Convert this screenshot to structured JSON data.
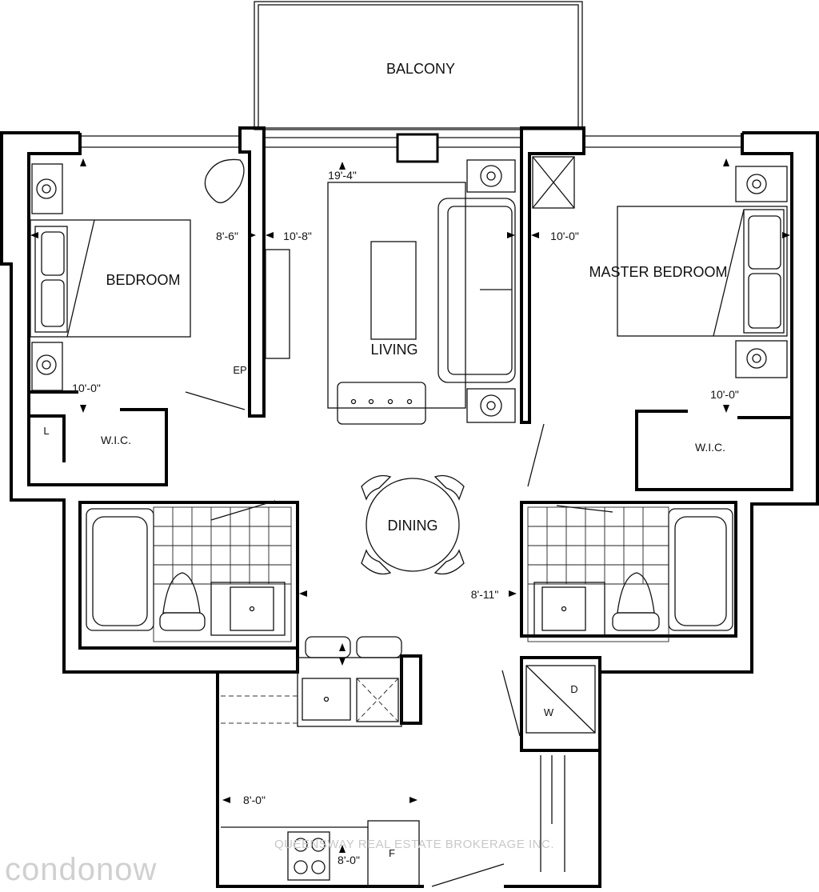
{
  "rooms": {
    "balcony": "BALCONY",
    "bedroom": "BEDROOM",
    "living": "LIVING",
    "master_bedroom": "MASTER BEDROOM",
    "dining": "DINING",
    "wic_left": "W.I.C.",
    "wic_right": "W.I.C.",
    "linen": "L",
    "ep": "EP",
    "fridge": "F",
    "washer": "W",
    "dryer": "D"
  },
  "dimensions": {
    "living_width": "19'-4\"",
    "bedroom_width": "8'-6\"",
    "bedroom_length": "10'-8\"",
    "bedroom_depth": "10'-0\"",
    "master_width": "10'-0\"",
    "master_depth": "10'-0\"",
    "dining_width": "8'-11\"",
    "kitchen_width": "8'-0\"",
    "kitchen_length": "8'-0\""
  },
  "watermark": {
    "brokerage": "QUEENSWAY REAL ESTATE BROKERAGE INC.",
    "logo": "condonow"
  }
}
